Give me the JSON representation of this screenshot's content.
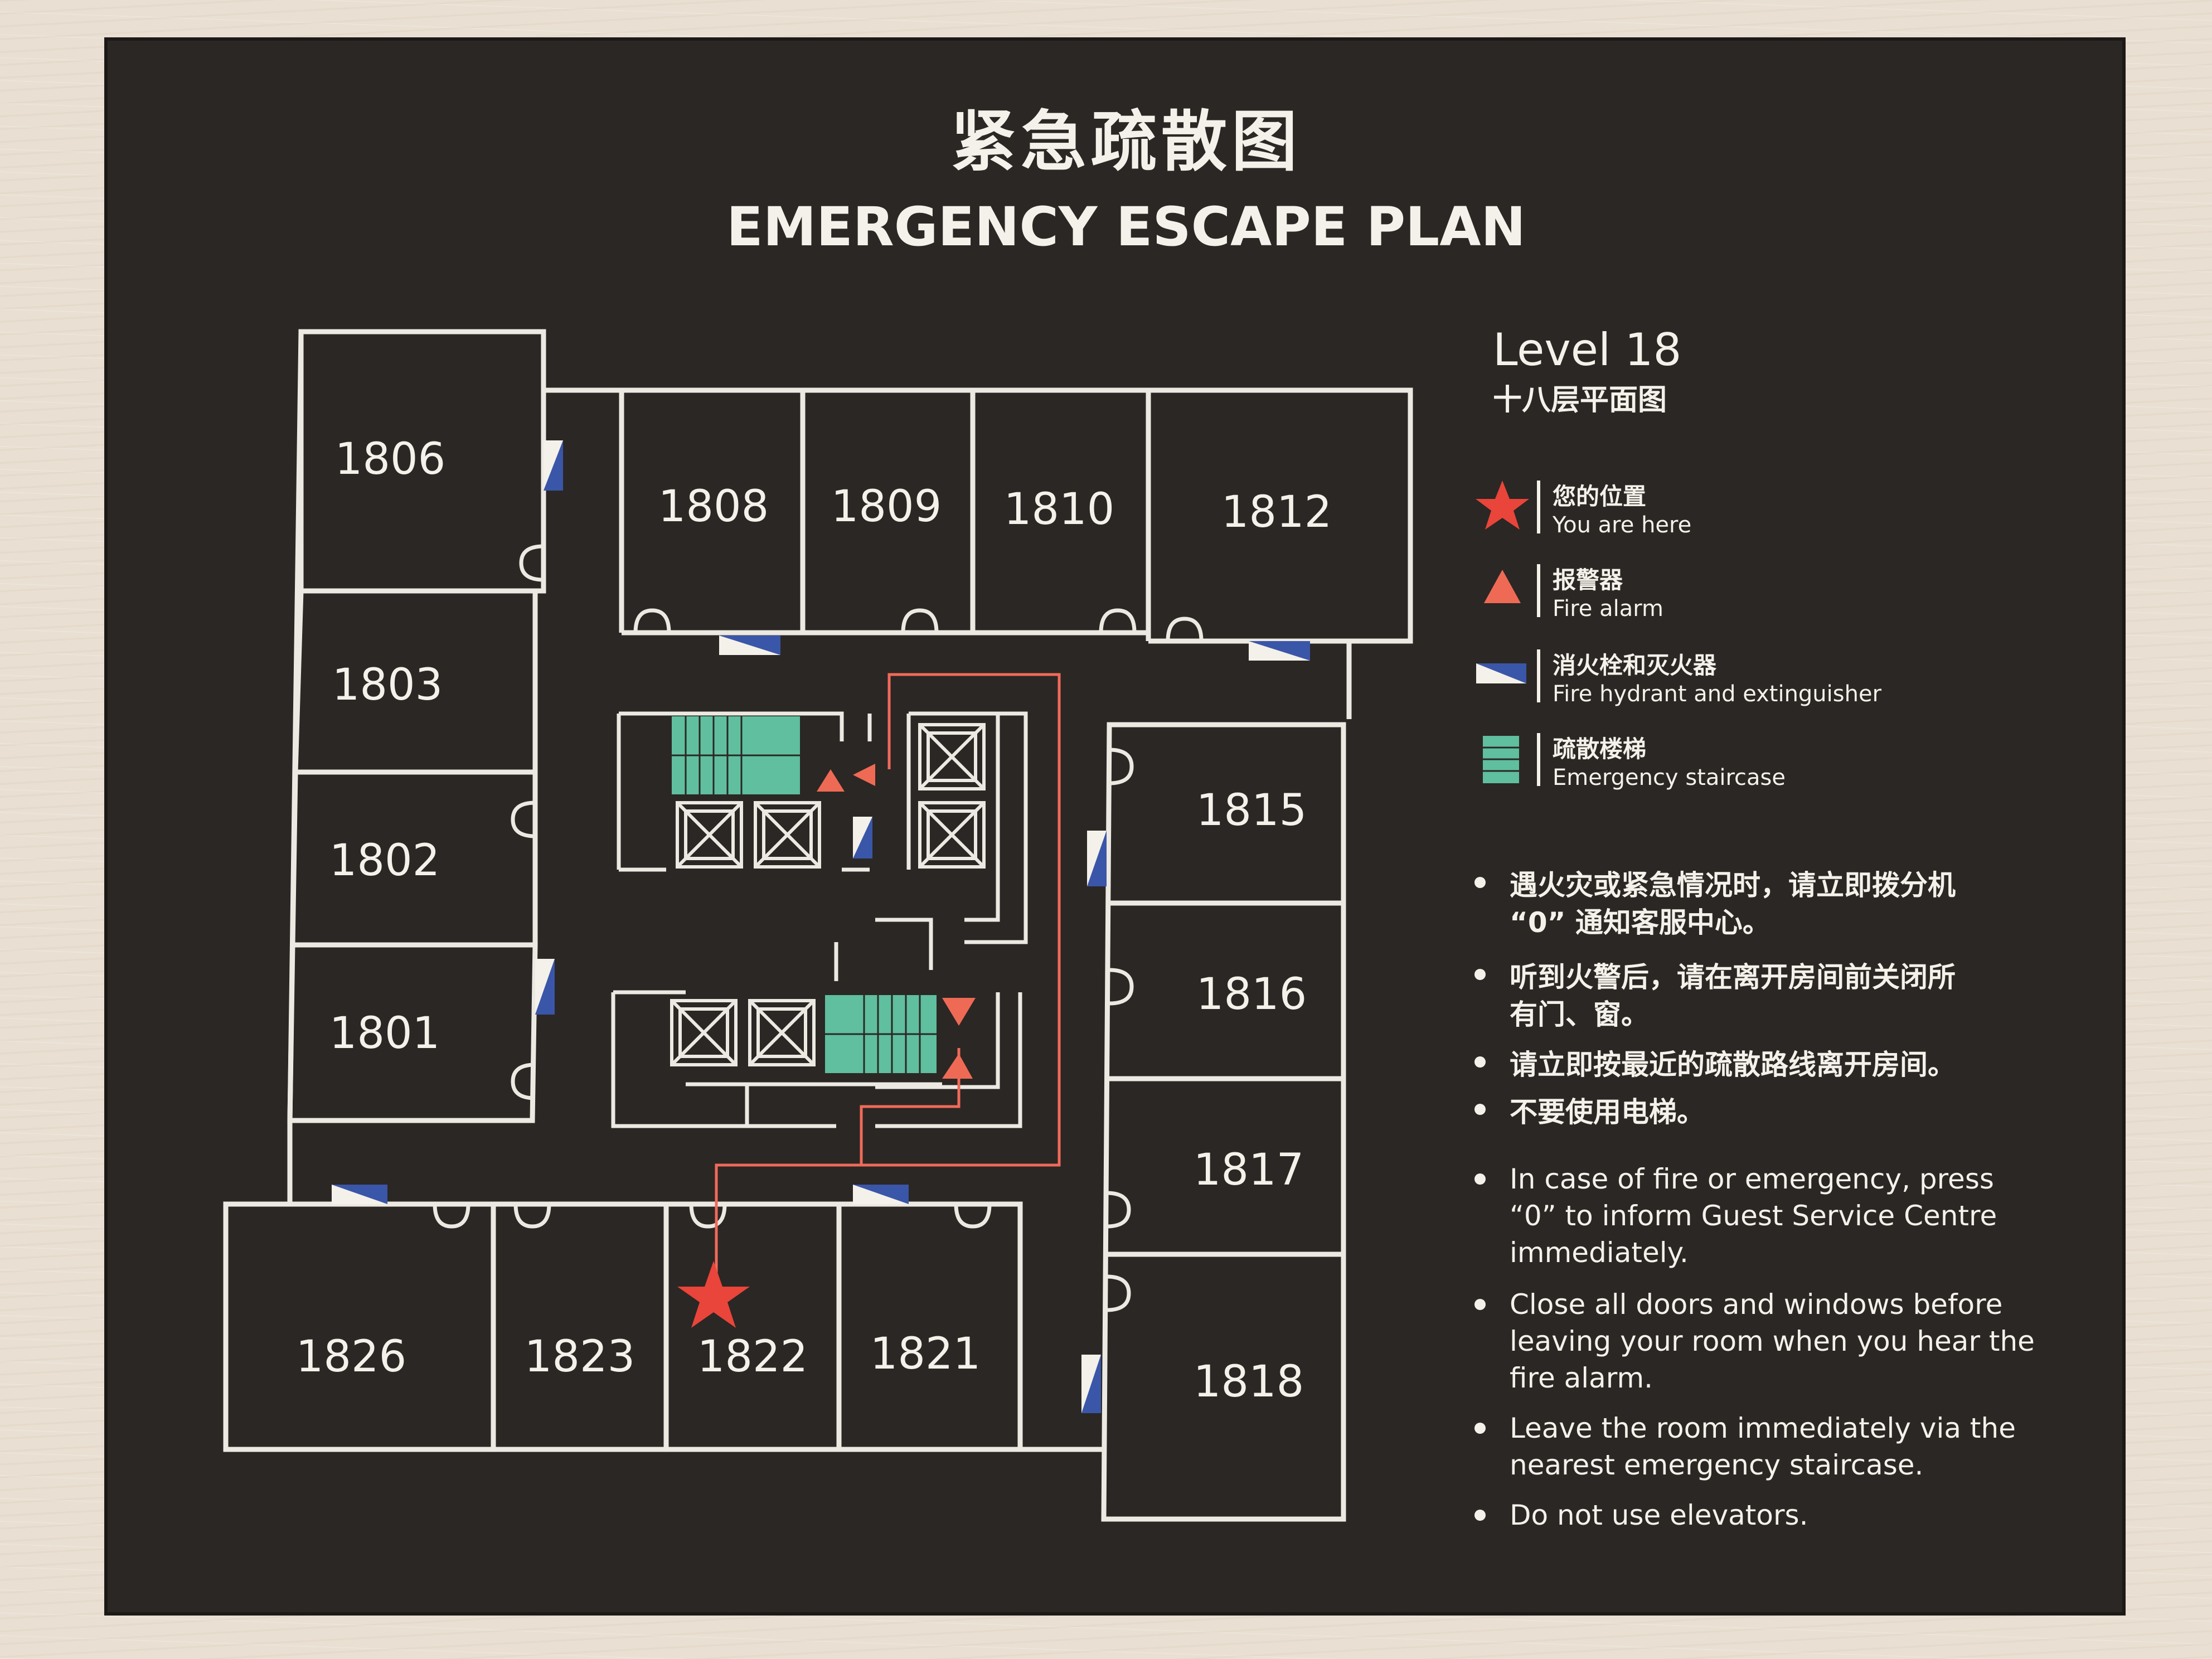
{
  "title": {
    "zh": "紧急疏散图",
    "en": "EMERGENCY ESCAPE PLAN"
  },
  "level": {
    "en": "Level 18",
    "zh": "十八层平面图"
  },
  "rooms": [
    "1806",
    "1808",
    "1809",
    "1810",
    "1812",
    "1803",
    "1802",
    "1801",
    "1815",
    "1816",
    "1817",
    "1818",
    "1826",
    "1823",
    "1822",
    "1821"
  ],
  "legend": [
    {
      "icon": "star-icon",
      "zh": "您的位置",
      "en": "You are here",
      "color": "#e9453a"
    },
    {
      "icon": "triangle-icon",
      "zh": "报警器",
      "en": "Fire alarm",
      "color": "#ef6a55"
    },
    {
      "icon": "hydrant-icon",
      "zh": "消火栓和灭火器",
      "en": "Fire hydrant and extinguisher",
      "color": "#3a56a8"
    },
    {
      "icon": "staircase-icon",
      "zh": "疏散楼梯",
      "en": "Emergency staircase",
      "color": "#5fbf9f"
    }
  ],
  "notes_zh": [
    [
      "遇火灾或紧急情况时，请立即拨分机",
      "“0” 通知客服中心。"
    ],
    [
      "听到火警后，请在离开房间前关闭所",
      "有门、窗。"
    ],
    [
      "请立即按最近的疏散路线离开房间。"
    ],
    [
      "不要使用电梯。"
    ]
  ],
  "notes_en": [
    [
      "In case of fire or emergency, press",
      "“0” to inform Guest Service Centre",
      "immediately."
    ],
    [
      "Close all doors and windows before",
      "leaving your room when you hear the",
      "fire alarm."
    ],
    [
      "Leave the room immediately via the",
      "nearest emergency staircase."
    ],
    [
      "Do not use elevators."
    ]
  ],
  "colors": {
    "board": "#2b2724",
    "wall": "#ece9e2",
    "route": "#f06a5a",
    "star": "#e9453a",
    "alarm": "#ef6a55",
    "hydrant": "#3a56a8",
    "staircase": "#5fbf9f"
  }
}
